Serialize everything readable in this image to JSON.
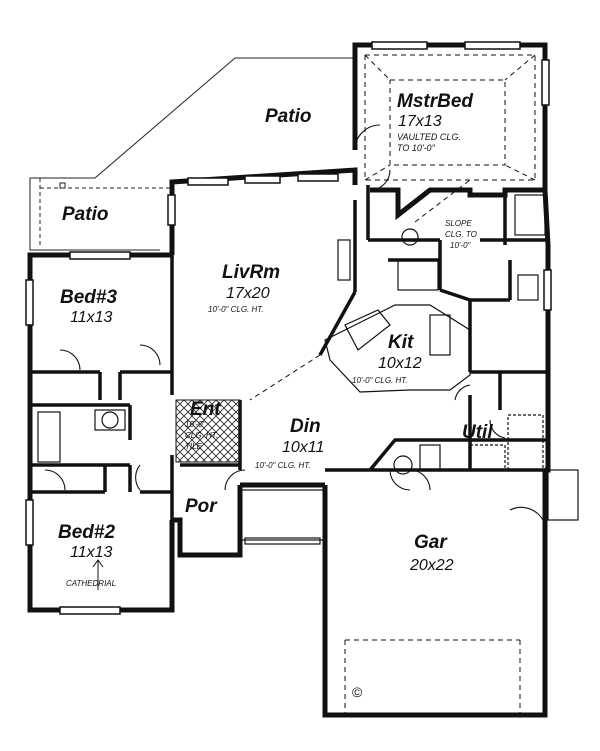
{
  "rooms": {
    "patio_top": {
      "name": "Patio"
    },
    "patio_left": {
      "name": "Patio"
    },
    "master_bed": {
      "name": "MstrBed",
      "size": "17x13",
      "note1": "VAULTED CLG.",
      "note2": "TO 10'-0\""
    },
    "master_bath": {
      "note1": "SLOPE",
      "note2": "CLG. TO",
      "note3": "10'-0\""
    },
    "living": {
      "name": "LivRm",
      "size": "17x20",
      "note": "10'-0\" CLG. HT."
    },
    "bed3": {
      "name": "Bed#3",
      "size": "11x13"
    },
    "kitchen": {
      "name": "Kit",
      "size": "10x12",
      "note": "10'-0\" CLG. HT."
    },
    "entry": {
      "name": "Ent",
      "note1": "10'-0\"",
      "note2": "CLG. HT.",
      "note3": "TILE"
    },
    "dining": {
      "name": "Din",
      "size": "10x11",
      "note": "10'-0\" CLG. HT."
    },
    "utility": {
      "name": "Util"
    },
    "porch": {
      "name": "Por"
    },
    "bed2": {
      "name": "Bed#2",
      "size": "11x13",
      "note": "CATHEDRIAL"
    },
    "garage": {
      "name": "Gar",
      "size": "20x22"
    }
  },
  "copyright": "©"
}
